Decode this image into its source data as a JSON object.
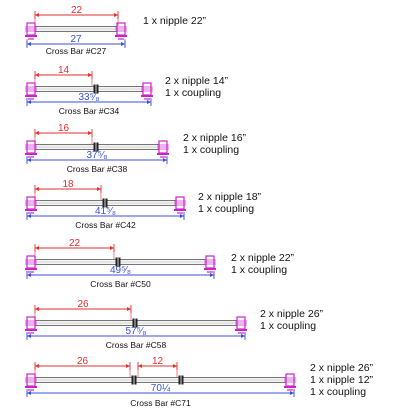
{
  "colors": {
    "dimension_top": "#e0302f",
    "dimension_bottom": "#3a4fd8",
    "fitting": "#cc22cc",
    "pipe": "#555555",
    "coupling": "#222222",
    "text": "#111111"
  },
  "bars": [
    {
      "label": "Cross Bar #C27",
      "overall": "27",
      "segments": [
        "22"
      ],
      "parts": [
        "1 x nipple 22”"
      ]
    },
    {
      "label": "Cross Bar #C34",
      "overall": "33⁵⁄₈",
      "segments": [
        "14"
      ],
      "parts": [
        "2 x nipple 14”",
        "1 x coupling"
      ]
    },
    {
      "label": "Cross Bar #C38",
      "overall": "37⁵⁄₈",
      "segments": [
        "16"
      ],
      "parts": [
        "2 x nipple 16”",
        "1 x coupling"
      ]
    },
    {
      "label": "Cross Bar #C42",
      "overall": "41⁵⁄₈",
      "segments": [
        "18"
      ],
      "parts": [
        "2 x nipple 18”",
        "1 x coupling"
      ]
    },
    {
      "label": "Cross Bar #C50",
      "overall": "49⁵⁄₈",
      "segments": [
        "22"
      ],
      "parts": [
        "2 x nipple 22”",
        "1 x coupling"
      ]
    },
    {
      "label": "Cross Bar #C58",
      "overall": "57⁵⁄₈",
      "segments": [
        "26"
      ],
      "parts": [
        "2 x nipple 26”",
        "1 x coupling"
      ]
    },
    {
      "label": "Cross Bar #C71",
      "overall": "70¼",
      "segments": [
        "26",
        "12"
      ],
      "parts": [
        "2 x nipple 26”",
        "1 x nipple 12”",
        "1 x coupling"
      ]
    }
  ]
}
